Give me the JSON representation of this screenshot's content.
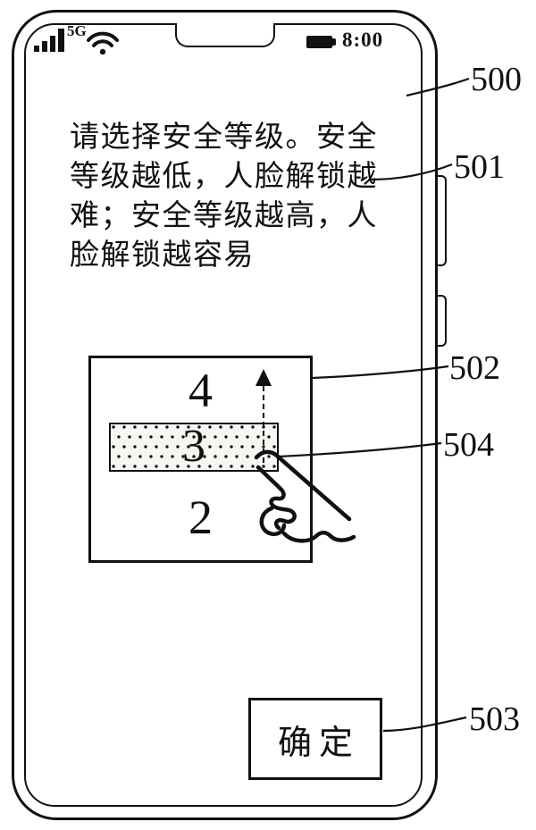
{
  "ref_labels": {
    "phone": "500",
    "instruction": "501",
    "selector": "502",
    "confirm": "503",
    "selection": "504"
  },
  "status_bar": {
    "network_badge": "5G",
    "time": "8:00",
    "icons": [
      "signal-bars-icon",
      "wifi-icon",
      "battery-icon"
    ]
  },
  "instruction": {
    "lines": [
      "请选择安全等级。安全",
      "等级越低，人脸解锁越",
      "难；安全等级越高，人",
      "脸解锁越容易"
    ]
  },
  "level_selector": {
    "options": [
      "4",
      "3",
      "2"
    ],
    "selected": "3",
    "gesture": "swipe-up"
  },
  "confirm": {
    "label": "确定"
  },
  "colors": {
    "ink": "#111111",
    "paper": "#ffffff",
    "selection_fill": "#f6f6f2"
  }
}
